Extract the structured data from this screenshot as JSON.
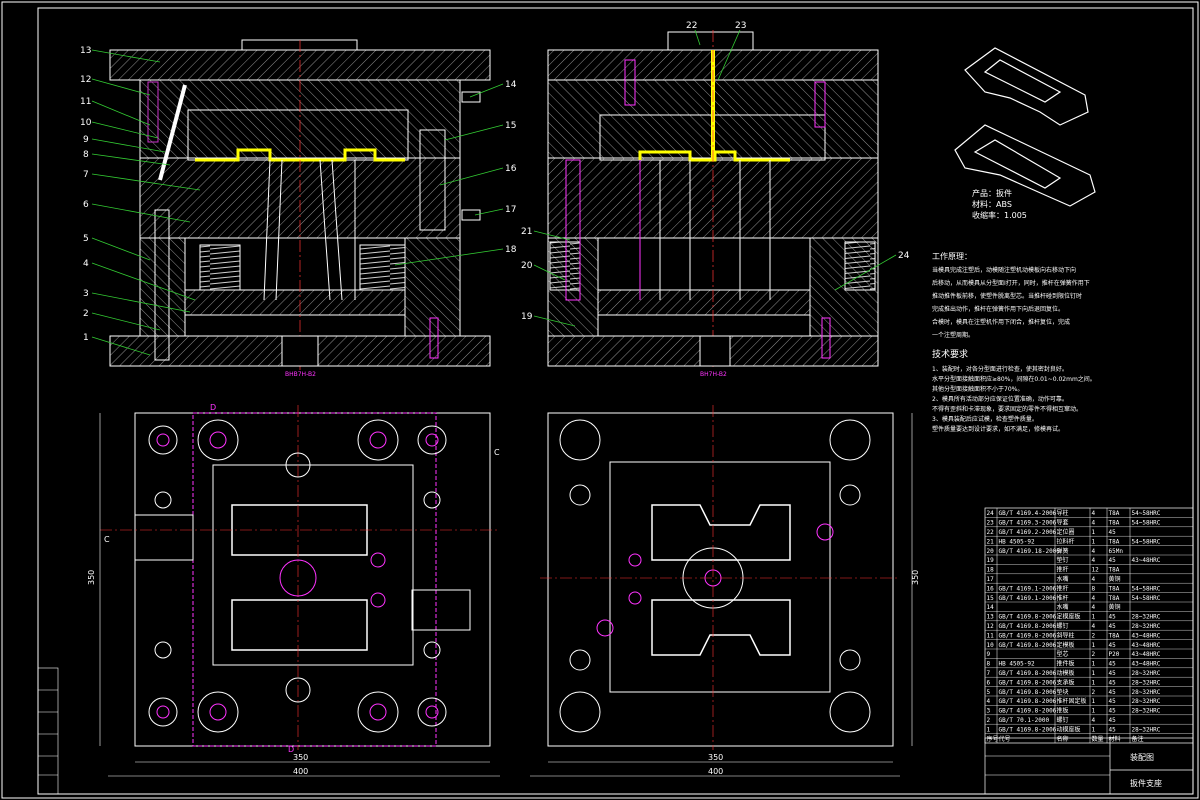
{
  "colors": {
    "background": "#000000",
    "outline": "#ffffff",
    "hatch": "#9a9a9a",
    "green": "#33cc33",
    "magenta": "#ff33ff",
    "yellow": "#ffff00",
    "red": "#ff3333",
    "cyan": "#00dddd"
  },
  "part_numbers_left": [
    "13",
    "12",
    "11",
    "10",
    "9",
    "8",
    "7",
    "6",
    "5",
    "4",
    "3",
    "2",
    "1"
  ],
  "part_numbers_right_of_left": [
    "14",
    "15",
    "16",
    "17",
    "18"
  ],
  "part_numbers_top_right": [
    "22",
    "23"
  ],
  "part_numbers_right_section": [
    "21",
    "20",
    "19",
    "24"
  ],
  "section_caption_left": "BHB7H-B2",
  "section_caption_right": "BH7H-B2",
  "product_info": {
    "name_line": "产品：扳件",
    "material_line": "材料：ABS",
    "shrinkage_line": "收缩率：1.005"
  },
  "working_principle": {
    "title": "工作原理：",
    "lines": [
      "当模具完成注塑后，动模随注塑机动模板向右移动下向",
      "后移动，从而模具从分型面Ⅰ打开，同时，推杆在弹簧作用下",
      "推动推件板前移，使塑件脱离型芯。当推杆碰到限位钉时",
      "完成推出动作，推杆在弹簧作用下向后退回复位。",
      "合模时，模具在注塑机作用下闭合，推杆复位，完成",
      "一个注塑周期。"
    ]
  },
  "tech_req": {
    "title": "技术要求",
    "lines": [
      "1、装配时，对各分型面进行检查，使其密封良好。",
      "  水平分型面接触面积应≥80%，间隙在0.01~0.02mm之间。",
      "  其他分型面接触面积不小于70%。",
      "2、模具所有活动部分应保证位置准确，动作可靠。",
      "  不得有歪斜和卡滞现象，要求固定的零件不得相互窜动。",
      "3、模具装配后应试模，检查塑件质量。",
      "  塑件质量要达到设计要求，如不满足，修模再试。"
    ]
  },
  "dimensions": {
    "left_inner_width": "350",
    "left_outer_width": "400",
    "left_height": "350",
    "right_inner_width": "350",
    "right_outer_width": "400",
    "right_height": "350"
  },
  "section_marks": {
    "d_top": "D",
    "d_bottom": "D",
    "c_left": "C",
    "c_right": "C"
  },
  "bom": {
    "rows": [
      {
        "no": "24",
        "std": "GB/T 4169.4-2006",
        "name": "导柱",
        "qty": "4",
        "mat": "T8A",
        "note": "54~58HRC"
      },
      {
        "no": "23",
        "std": "GB/T 4169.3-2006",
        "name": "导套",
        "qty": "4",
        "mat": "T8A",
        "note": "54~58HRC"
      },
      {
        "no": "22",
        "std": "GB/T 4169.2-2006",
        "name": "定位圈",
        "qty": "1",
        "mat": "45",
        "note": ""
      },
      {
        "no": "21",
        "std": "HB 4505-92",
        "name": "拉料杆",
        "qty": "1",
        "mat": "T8A",
        "note": "54~58HRC"
      },
      {
        "no": "20",
        "std": "GB/T 4169.18-2006",
        "name": "弹簧",
        "qty": "4",
        "mat": "65Mn",
        "note": ""
      },
      {
        "no": "19",
        "std": "",
        "name": "垫钉",
        "qty": "4",
        "mat": "45",
        "note": "43~48HRC"
      },
      {
        "no": "18",
        "std": "",
        "name": "推杆",
        "qty": "12",
        "mat": "T8A",
        "note": ""
      },
      {
        "no": "17",
        "std": "",
        "name": "水嘴",
        "qty": "4",
        "mat": "黄铜",
        "note": ""
      },
      {
        "no": "16",
        "std": "GB/T 4169.1-2006",
        "name": "推杆",
        "qty": "8",
        "mat": "T8A",
        "note": "54~58HRC"
      },
      {
        "no": "15",
        "std": "GB/T 4169.1-2006",
        "name": "推杆",
        "qty": "4",
        "mat": "T8A",
        "note": "54~58HRC"
      },
      {
        "no": "14",
        "std": "",
        "name": "水嘴",
        "qty": "4",
        "mat": "黄铜",
        "note": ""
      },
      {
        "no": "13",
        "std": "GB/T 4169.8-2006",
        "name": "定模座板",
        "qty": "1",
        "mat": "45",
        "note": "28~32HRC"
      },
      {
        "no": "12",
        "std": "GB/T 4169.8-2006",
        "name": "螺钉",
        "qty": "4",
        "mat": "45",
        "note": "28~32HRC"
      },
      {
        "no": "11",
        "std": "GB/T 4169.8-2006",
        "name": "斜导柱",
        "qty": "2",
        "mat": "T8A",
        "note": "43~48HRC"
      },
      {
        "no": "10",
        "std": "GB/T 4169.8-2006",
        "name": "定模板",
        "qty": "1",
        "mat": "45",
        "note": "43~48HRC"
      },
      {
        "no": "9",
        "std": "",
        "name": "型芯",
        "qty": "2",
        "mat": "P20",
        "note": "43~48HRC"
      },
      {
        "no": "8",
        "std": "HB 4505-92",
        "name": "推件板",
        "qty": "1",
        "mat": "45",
        "note": "43~48HRC"
      },
      {
        "no": "7",
        "std": "GB/T 4169.8-2006",
        "name": "动模板",
        "qty": "1",
        "mat": "45",
        "note": "28~32HRC"
      },
      {
        "no": "6",
        "std": "GB/T 4169.8-2006",
        "name": "支承板",
        "qty": "1",
        "mat": "45",
        "note": "28~32HRC"
      },
      {
        "no": "5",
        "std": "GB/T 4169.8-2006",
        "name": "垫块",
        "qty": "2",
        "mat": "45",
        "note": "28~32HRC"
      },
      {
        "no": "4",
        "std": "GB/T 4169.8-2006",
        "name": "推杆固定板",
        "qty": "1",
        "mat": "45",
        "note": "28~32HRC"
      },
      {
        "no": "3",
        "std": "GB/T 4169.8-2006",
        "name": "推板",
        "qty": "1",
        "mat": "45",
        "note": "28~32HRC"
      },
      {
        "no": "2",
        "std": "GB/T 70.1-2000",
        "name": "螺钉",
        "qty": "4",
        "mat": "45",
        "note": ""
      },
      {
        "no": "1",
        "std": "GB/T 4169.8-2006",
        "name": "动模座板",
        "qty": "1",
        "mat": "45",
        "note": "28~32HRC"
      }
    ],
    "header": {
      "no": "序号",
      "std": "代号",
      "name": "名称",
      "qty": "数量",
      "mat": "材料",
      "note": "备注"
    }
  },
  "title_block": {
    "drawing_name": "装配图",
    "part_name": "扳件支座"
  }
}
